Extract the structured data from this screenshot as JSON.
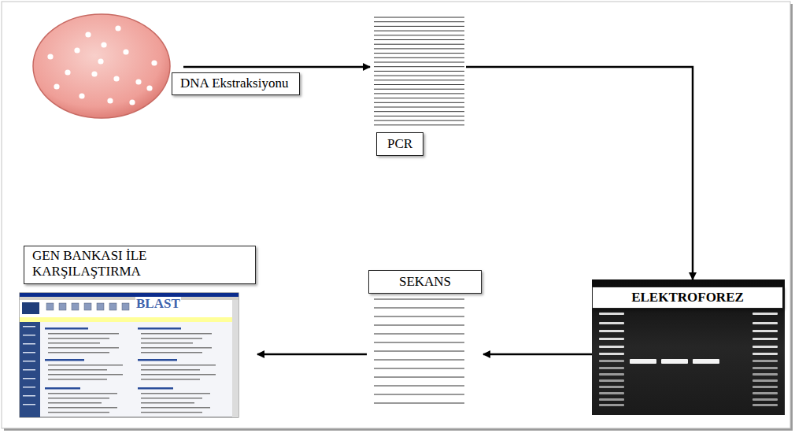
{
  "diagram": {
    "nodes": [
      {
        "text": [
          "DNA Ekstraksiyonu"
        ]
      },
      {
        "text": [
          "PCR"
        ]
      },
      {
        "text": [
          "GEN BANKASI İLE KARŞILAŞTIRMA"
        ]
      },
      {
        "text": [
          "SEKANS"
        ]
      },
      {
        "text": [
          "ELEKTROFOREZ"
        ]
      }
    ],
    "edges": [
      {
        "from": 1,
        "to": 4,
        "arrow": "to"
      },
      {
        "from": 4,
        "to": 3,
        "arrow": "to"
      },
      {
        "from": 3,
        "to": 2,
        "arrow": "to"
      }
    ],
    "labels": [
      "BLAST"
    ]
  }
}
